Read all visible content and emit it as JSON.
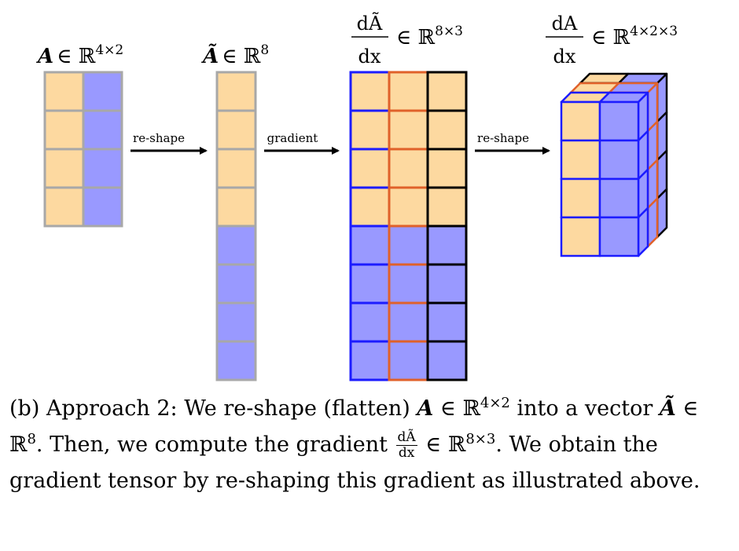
{
  "labels": {
    "a_name": "A",
    "a_in": "∈ ℝ",
    "a_sup": "4×2",
    "atilde_name": "Ã",
    "atilde_in": "∈ ℝ",
    "atilde_sup": "8",
    "grad_num": "dÃ",
    "grad_den": "dx",
    "grad_in": "∈ ℝ",
    "grad_sup": "8×3",
    "tensor_num": "dA",
    "tensor_den": "dx",
    "tensor_in": "∈ ℝ",
    "tensor_sup": "4×2×3"
  },
  "arrows": {
    "reshape1": "re-shape",
    "gradient": "gradient",
    "reshape2": "re-shape"
  },
  "caption": {
    "part1": "(b) Approach 2: We re-shape (flatten) ",
    "A": "A",
    "in1": " ∈ ℝ",
    "sup1": "4×2",
    "part2": " into a vector ",
    "At": "Ã",
    "in2": " ∈ ℝ",
    "sup2": "8",
    "part3": ". Then, we compute the gradient ",
    "frac_num": "dÃ",
    "frac_den": "dx",
    "in3": " ∈ ℝ",
    "sup3": "8×3",
    "part4": ". We obtain the gradient tensor by re-shaping this gradient as illustrated above."
  },
  "colors": {
    "orange": "#FDD9A0",
    "blue": "#9999FF",
    "grey_border": "#A8A8A8",
    "blue_border": "#1C1CFF",
    "orange_border": "#E0612A",
    "black": "#000000"
  }
}
